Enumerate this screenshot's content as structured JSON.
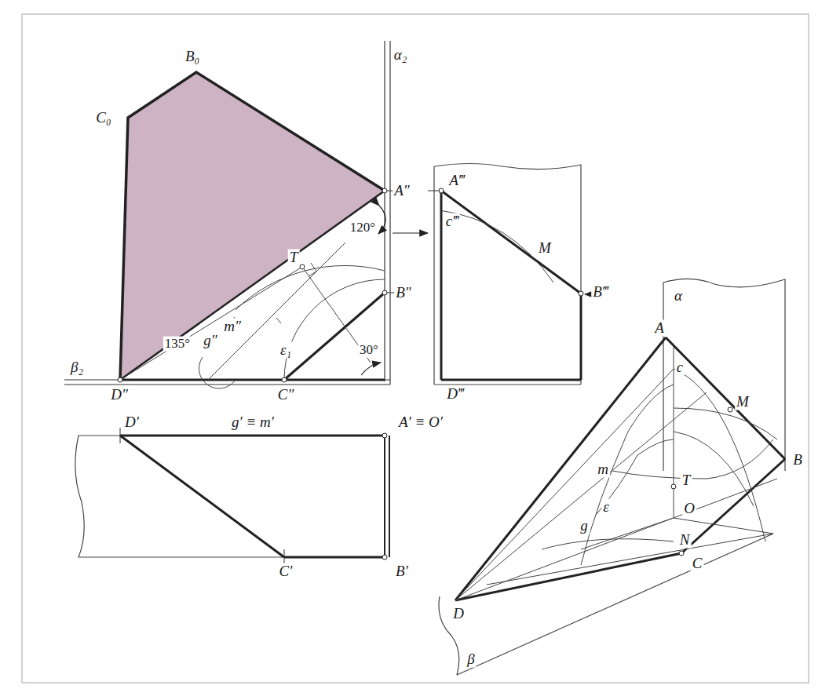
{
  "diagram": {
    "labels": [
      "B₀",
      "C₀",
      "α₂",
      "A″",
      "120°",
      "T",
      "m″",
      "B″",
      "g″",
      "ε₁",
      "135°",
      "30°",
      "β₂",
      "D″",
      "C″",
      "A‴",
      "c‴",
      "M",
      "B‴",
      "D‴",
      "D′",
      "g′ ≡ m′",
      "A′ ≡ O′",
      "C′",
      "B′",
      "α",
      "A",
      "c",
      "M",
      "T",
      "O",
      "B",
      "m",
      "ε",
      "g",
      "N",
      "C",
      "D",
      "β"
    ]
  }
}
